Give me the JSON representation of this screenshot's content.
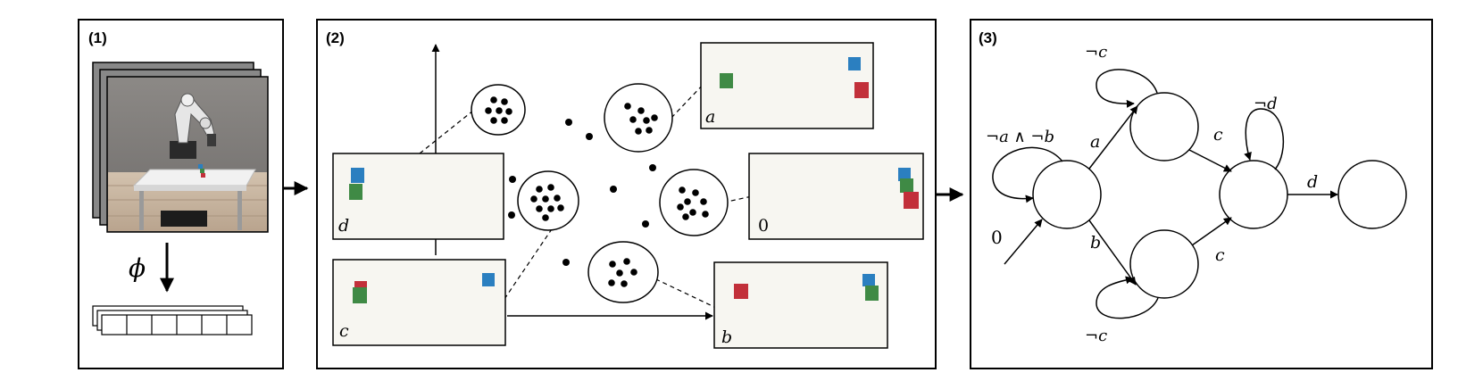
{
  "panels": {
    "p1": {
      "label": "(1)"
    },
    "p2": {
      "label": "(2)"
    },
    "p3": {
      "label": "(3)"
    }
  },
  "encoder": {
    "symbol": "ϕ"
  },
  "observations": [
    {
      "label": "a",
      "cubes": [
        "green",
        "blue",
        "red"
      ]
    },
    {
      "label": "0",
      "cubes": [
        "blue",
        "green",
        "red"
      ]
    },
    {
      "label": "d",
      "cubes": [
        "blue",
        "green"
      ]
    },
    {
      "label": "c",
      "cubes": [
        "red",
        "green",
        "blue"
      ]
    },
    {
      "label": "b",
      "cubes": [
        "red",
        "blue",
        "green"
      ]
    }
  ],
  "automaton": {
    "initial_label": "0",
    "self_loop_start": "¬a ∧ ¬b",
    "self_loop_top": "¬c",
    "self_loop_bottom": "¬c",
    "self_loop_right": "¬d",
    "edges": {
      "a": "a",
      "b": "b",
      "c_top": "c",
      "c_bottom": "c",
      "d": "d"
    }
  },
  "colors": {
    "cube_blue": "#2b7fc0",
    "cube_green": "#3f8a45",
    "cube_red": "#c2303a",
    "panel_bg": "#f7f6f1",
    "wall": "#7a7775",
    "floor": "#c9b7a3"
  }
}
